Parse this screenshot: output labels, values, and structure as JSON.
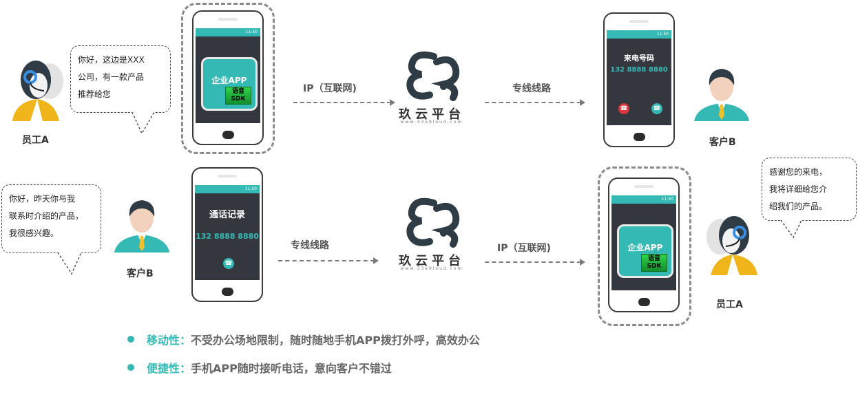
{
  "colors": {
    "accent": "#34b9b5",
    "sdk_green": "#22b33e",
    "dark_screen": "#34383e",
    "decline": "#d9363e"
  },
  "status_time": "11:50",
  "top_row": {
    "employee_label": "员工A",
    "bubble_lines": [
      "你好，这边是XXX",
      "公司，有一款产品",
      "推荐给您"
    ],
    "phone_app_name": "企业APP",
    "phone_sdk_line1": "语音",
    "phone_sdk_line2": "SDK",
    "arrow1_label": "IP（互联网)",
    "arrow2_label": "专线线路",
    "incoming_title": "来电号码",
    "incoming_number": "132 8888 8880",
    "customer_label": "客户B"
  },
  "bottom_row": {
    "customer_label": "客户B",
    "bubble_lines": [
      "你好，昨天你与我",
      "联系时介绍的产品，",
      "我很感兴趣。"
    ],
    "phone_title": "通话记录",
    "phone_number": "132 8888 8880",
    "arrow1_label": "专线线路",
    "arrow2_label": "IP（互联网)",
    "phone_app_name": "企业APP",
    "phone_sdk_line1": "语音",
    "phone_sdk_line2": "SDK",
    "employee_label": "员工A",
    "employee_bubble_lines": [
      "感谢您的来电，",
      "我将详细给您介",
      "绍我们的产品。"
    ]
  },
  "logo": {
    "name": "玖云平台",
    "url": "www.33e9loud.com"
  },
  "features": [
    {
      "key": "移动性：",
      "value": "不受办公场地限制，随时随地手机APP拨打外呼，高效办公"
    },
    {
      "key": "便捷性：",
      "value": "手机APP随时接听电话，意向客户不错过"
    }
  ]
}
